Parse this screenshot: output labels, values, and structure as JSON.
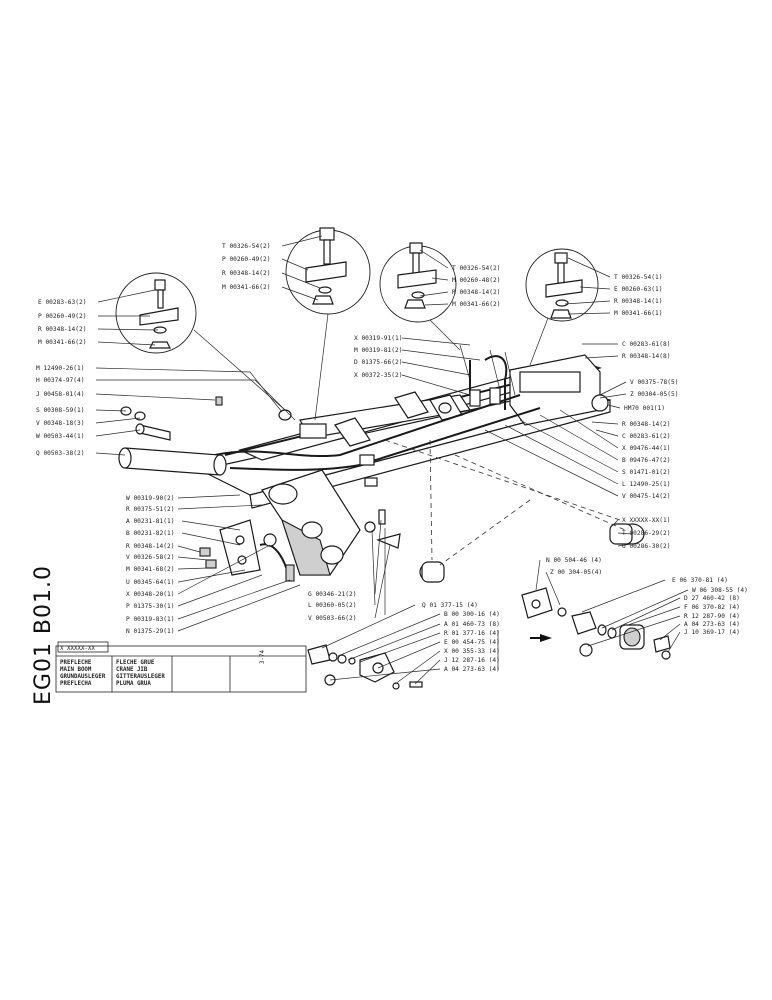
{
  "callouts": [
    "T 00326-54(2)",
    "P 00260-49(2)",
    "R 00348-14(2)",
    "M 00341-66(2)",
    "E 00283-63(2)",
    "P 00260-49(2)",
    "R 00348-14(2)",
    "M 00341-66(2)",
    "T 00326-54(2)",
    "M 00260-48(2)",
    "R 00348-14(2)",
    "M 00341-66(2)",
    "T 00326-54(1)",
    "E 00260-63(1)",
    "R 00348-14(1)",
    "M 00341-66(1)",
    "X 00319-91(1)",
    "M 00319-81(2)",
    "D 01375-66(2)",
    "X 00372-35(2)",
    "C 00283-61(8)",
    "R 00348-14(8)",
    "V 00375-78(5)",
    "Z 00304-05(5)",
    "HM70 001(1)",
    "R 00348-14(2)",
    "C 00283-61(2)",
    "X 09476-44(1)",
    "B 09476-47(2)",
    "S 01471-01(2)",
    "L 12490-25(1)",
    "V 00475-14(2)",
    "M 12490-26(1)",
    "H 00374-97(4)",
    "J 00458-01(4)",
    "S 00308-59(1)",
    "V 00348-18(3)",
    "W 00503-44(1)",
    "Q 00503-38(2)",
    "W 00319-90(2)",
    "R 00375-51(2)",
    "A 00231-81(1)",
    "B 00231-82(1)",
    "R 00348-14(2)",
    "V 00326-58(2)",
    "M 00341-68(2)",
    "U 00345-64(1)",
    "X 00348-20(1)",
    "P 01375-30(1)",
    "P 00319-83(1)",
    "N 01375-29(1)",
    "X XXXXX-XX(1)",
    "T 00286-29(2)",
    "U 00286-30(2)",
    "G 00346-21(2)",
    "L 00360-05(2)",
    "V 00503-66(2)",
    "N 00 504-46 (4)",
    "Z 00 304-05(4)",
    "Q 01 377-15 (4)",
    "B 00 300-16 (4)",
    "A 01 460-73 (8)",
    "R 01 377-16 (4)",
    "E 00 454-75 (4)",
    "X 00 355-33 (4)",
    "J 12 287-16 (4)",
    "A 04 273-63 (4)",
    "E 06 370-81 (4)",
    "W 06 308-55 (4)",
    "D 27 460-42 (8)",
    "F 06 370-82 (4)",
    "R 12 287-90 (4)",
    "A 04 273-63 (4)",
    "J 10 369-17 (4)"
  ],
  "title_block": {
    "ref_box": "X XXXXX-XX",
    "rows": [
      [
        "PREFLECHE",
        "FLECHE GRUE"
      ],
      [
        "MAIN BOOM",
        "CRANE JIB"
      ],
      [
        "GRUNDAUSLEGER",
        "GITTERAUSLEGER"
      ],
      [
        "PREFLECHA",
        "PLUMA GRUA"
      ]
    ],
    "date": "3-74"
  },
  "drawing_code": "EG01 B01.0"
}
